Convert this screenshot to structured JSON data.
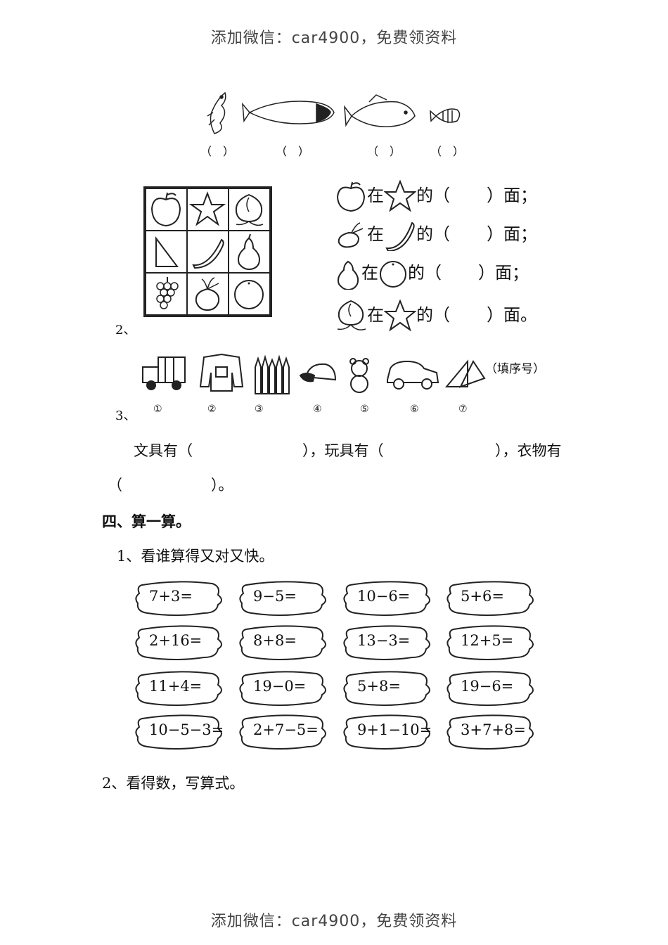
{
  "header_watermark": "添加微信：car4900，免费领资料",
  "footer_watermark": "添加微信：car4900，免费领资料",
  "fish_blanks": [
    "（　）",
    "（　）",
    "（　）",
    "（　）"
  ],
  "q2": {
    "number": "2、",
    "lines": [
      {
        "word1": "在",
        "word2": "的（",
        "word3": "）面；"
      },
      {
        "word1": "在",
        "word2": "的（",
        "word3": "）面；"
      },
      {
        "word1": "在",
        "word2": "的（",
        "word3": "）面；"
      },
      {
        "word1": "在",
        "word2": "的（",
        "word3": "）面。"
      }
    ]
  },
  "q3": {
    "number": "3、",
    "hint": "（填序号）",
    "circled": [
      "①",
      "②",
      "③",
      "④",
      "⑤",
      "⑥",
      "⑦"
    ],
    "line1_a": "文具有（",
    "line1_b": "），玩具有（",
    "line1_c": "），衣物有",
    "line2_a": "（",
    "line2_b": "）。"
  },
  "section4": {
    "title": "四、算一算。",
    "sub1": "1、看谁算得又对又快。",
    "sub2": "2、看得数，写算式。",
    "expressions": [
      [
        "7+3=",
        "9−5=",
        "10−6=",
        "5+6="
      ],
      [
        "2+16=",
        "8+8=",
        "13−3=",
        "12+5="
      ],
      [
        "11+4=",
        "19−0=",
        "5+8=",
        "19−6="
      ],
      [
        "10−5−3=",
        "2+7−5=",
        "9+1−10=",
        "3+7+8="
      ]
    ]
  }
}
